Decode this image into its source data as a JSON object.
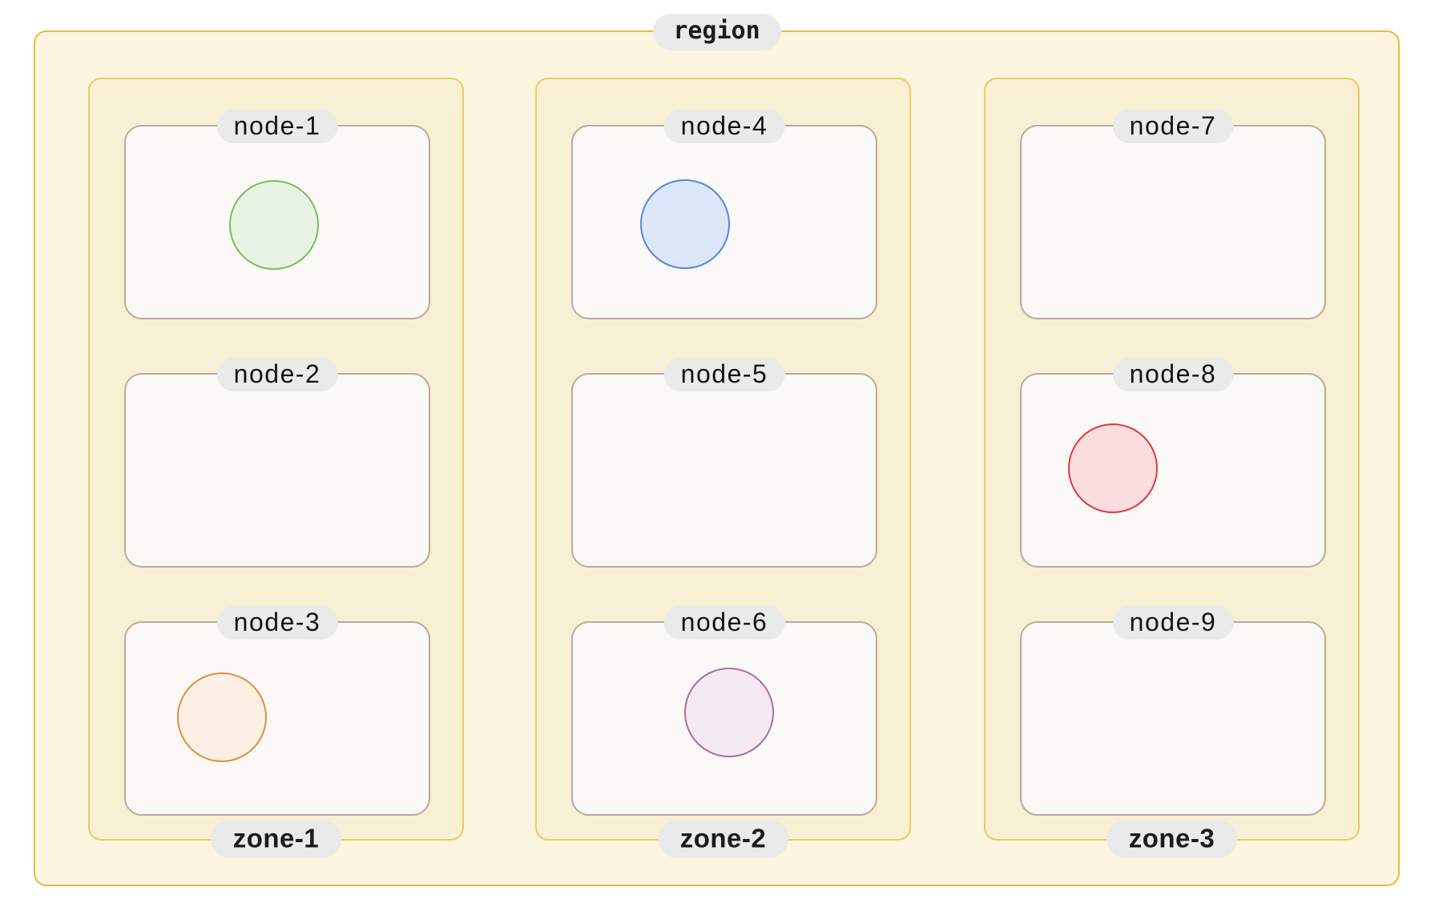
{
  "region": {
    "label": "region",
    "zones": [
      {
        "label": "zone-1",
        "nodes": [
          {
            "label": "node-1"
          },
          {
            "label": "node-2"
          },
          {
            "label": "node-3"
          }
        ]
      },
      {
        "label": "zone-2",
        "nodes": [
          {
            "label": "node-4"
          },
          {
            "label": "node-5"
          },
          {
            "label": "node-6"
          }
        ]
      },
      {
        "label": "zone-3",
        "nodes": [
          {
            "label": "node-7"
          },
          {
            "label": "node-8"
          },
          {
            "label": "node-9"
          }
        ]
      }
    ]
  },
  "pods": [
    {
      "node": "node-1",
      "color_name": "green",
      "fill": "#e9f3e3",
      "stroke": "#7ebb63"
    },
    {
      "node": "node-3",
      "color_name": "orange",
      "fill": "#fbf0e3",
      "stroke": "#e0913d"
    },
    {
      "node": "node-4",
      "color_name": "blue",
      "fill": "#dce8fa",
      "stroke": "#5587db"
    },
    {
      "node": "node-6",
      "color_name": "purple",
      "fill": "#f5e9f2",
      "stroke": "#ad6f9a"
    },
    {
      "node": "node-8",
      "color_name": "red",
      "fill": "#fbdde0",
      "stroke": "#e23a3a"
    }
  ],
  "colors": {
    "region_border": "#e3bd44",
    "region_background": "#fcf5df",
    "zone_border": "#eecb5d",
    "zone_background": "#f8f0d5",
    "node_border": "#bca998",
    "node_background": "#faf9f7",
    "label_pill_background": "#eaeaea",
    "label_text": "#1b1b1b"
  }
}
